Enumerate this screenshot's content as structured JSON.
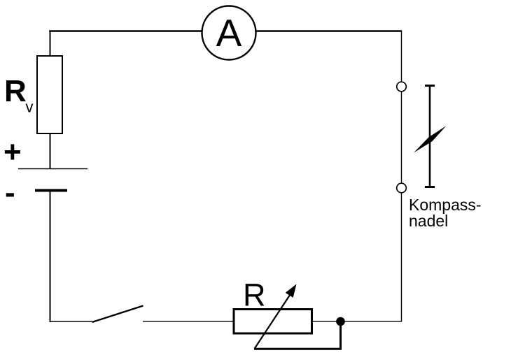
{
  "diagram": {
    "background_color": "#ffffff",
    "stroke_color": "#000000",
    "ammeter": {
      "label": "A"
    },
    "series_resistor": {
      "label": "R",
      "subscript": "v"
    },
    "battery": {
      "positive_label": "+",
      "negative_label": "-"
    },
    "rheostat": {
      "label": "R"
    },
    "compass": {
      "label_line1": "Kompass-",
      "label_line2": "nadel"
    }
  }
}
